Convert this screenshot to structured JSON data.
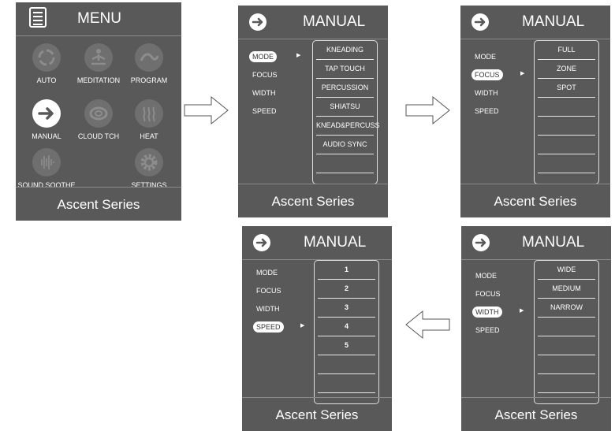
{
  "menu_screen": {
    "title": "MENU",
    "footer": "Ascent Series",
    "items": [
      {
        "label": "AUTO",
        "icon": "auto-cycle-icon"
      },
      {
        "label": "MEDITATION",
        "icon": "meditation-icon"
      },
      {
        "label": "PROGRAM",
        "icon": "program-icon"
      },
      {
        "label": "MANUAL",
        "icon": "manual-arrow-icon",
        "active": true
      },
      {
        "label": "CLOUD TCH",
        "icon": "cloud-touch-icon"
      },
      {
        "label": "HEAT",
        "icon": "heat-icon"
      },
      {
        "label": "SOUND SOOTHE",
        "icon": "sound-wave-icon"
      },
      {
        "label": "SETTINGS",
        "icon": "gear-icon"
      }
    ]
  },
  "manual_screens": [
    {
      "id": "mode",
      "title": "MANUAL",
      "footer": "Ascent Series",
      "categories": [
        "MODE",
        "FOCUS",
        "WIDTH",
        "SPEED"
      ],
      "selected": "MODE",
      "options": [
        "KNEADING",
        "TAP TOUCH",
        "PERCUSSION",
        "SHIATSU",
        "KNEAD&PERCUSS",
        "AUDIO SYNC",
        ""
      ]
    },
    {
      "id": "focus",
      "title": "MANUAL",
      "footer": "Ascent Series",
      "categories": [
        "MODE",
        "FOCUS",
        "WIDTH",
        "SPEED"
      ],
      "selected": "FOCUS",
      "options": [
        "FULL",
        "ZONE",
        "SPOT",
        "",
        "",
        "",
        ""
      ]
    },
    {
      "id": "speed",
      "title": "MANUAL",
      "footer": "Ascent Series",
      "categories": [
        "MODE",
        "FOCUS",
        "WIDTH",
        "SPEED"
      ],
      "selected": "SPEED",
      "options": [
        "1",
        "2",
        "3",
        "4",
        "5",
        "",
        ""
      ]
    },
    {
      "id": "width",
      "title": "MANUAL",
      "footer": "Ascent Series",
      "categories": [
        "MODE",
        "FOCUS",
        "WIDTH",
        "SPEED"
      ],
      "selected": "WIDTH",
      "options": [
        "WIDE",
        "MEDIUM",
        "NARROW",
        "",
        "",
        "",
        ""
      ]
    }
  ]
}
